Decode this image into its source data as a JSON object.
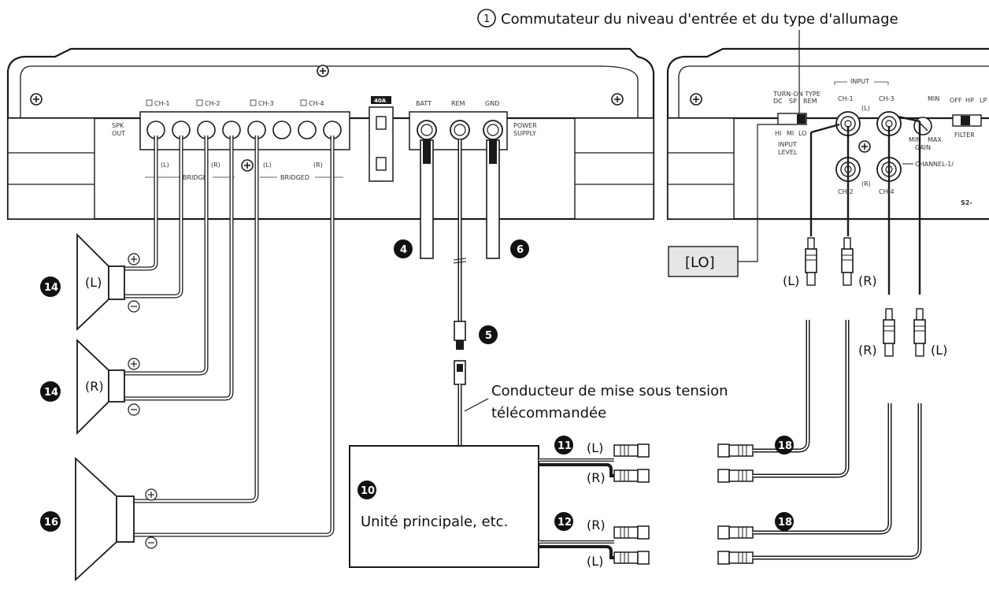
{
  "colors": {
    "line": "#1a1a1a",
    "wire_fill": "#ffffff",
    "panel_fill": "#ffffff",
    "badge": "#111111",
    "lo_box": "#e6e6e6"
  },
  "callouts": {
    "input_switch": "Commutateur du niveau d'entrée et du type d'allumage",
    "input_switch_num": "1",
    "remote_lead": [
      "Conducteur de mise sous tension",
      "télécommandée"
    ],
    "head_unit": "Unité principale, etc.",
    "lo": "[LO]"
  },
  "badges": {
    "n4": "4",
    "n5": "5",
    "n6": "6",
    "n10": "10",
    "n11": "11",
    "n12": "12",
    "n14a": "14",
    "n14b": "14",
    "n16": "16",
    "n18a": "18",
    "n18b": "18"
  },
  "channel_labels": {
    "L": "(L)",
    "R": "(R)"
  },
  "amp_left": {
    "ch1": "CH-1",
    "ch2": "CH-2",
    "ch3": "CH-3",
    "ch4": "CH-4",
    "spk_out": [
      "SPK",
      "OUT"
    ],
    "bridge": "BRIDGE",
    "bridged": "BRIDGED",
    "fuse": "40A",
    "batt": "BATT",
    "rem": "REM",
    "gnd": "GND",
    "power_supply": [
      "POWER",
      "SUPPLY"
    ]
  },
  "amp_right": {
    "turn_on_type": "TURN-ON TYPE",
    "dc": "DC",
    "sp": "SP",
    "rem": "REM",
    "hi": "HI",
    "mi": "MI",
    "lo": "LO",
    "input_level": [
      "INPUT",
      "LEVEL"
    ],
    "input": "INPUT",
    "ch1": "CH-1",
    "ch2": "CH-2",
    "ch3": "CH-3",
    "ch4": "CH-4",
    "gain": "GAIN",
    "min": "MIN",
    "max": "MAX",
    "filter": "FILTER",
    "off": "OFF",
    "hp": "HP",
    "lp": "LP",
    "channel_side": "CHANNEL-1/",
    "model": "S2-"
  }
}
